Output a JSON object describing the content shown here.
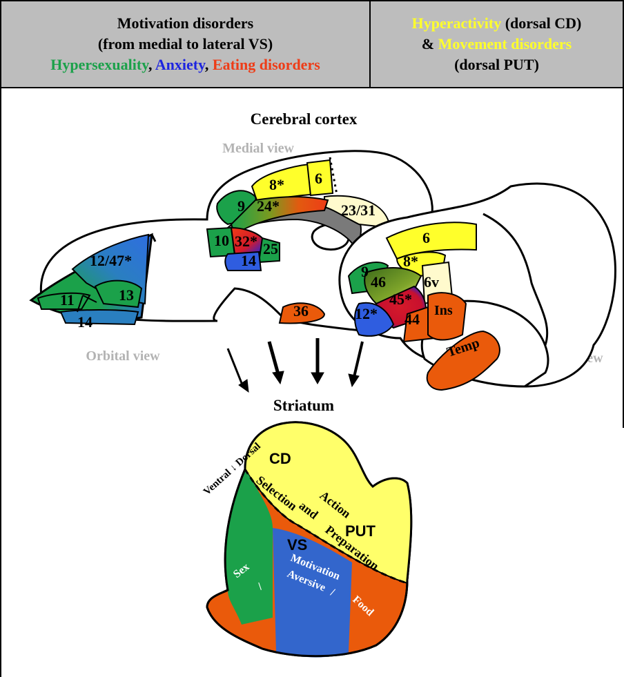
{
  "header_left": {
    "line1": "Motivation disorders",
    "line2": "(from medial to lateral VS)",
    "hypersexuality": "Hypersexuality",
    "sep1": ", ",
    "anxiety": "Anxiety",
    "sep2": ", ",
    "eating": "Eating disorders"
  },
  "header_right": {
    "hyperactivity": "Hyperactivity",
    "dorsal_cd": " (dorsal CD)",
    "amp": "& ",
    "movement": "Movement disorders",
    "dorsal_put": "(dorsal PUT)"
  },
  "cortex": {
    "title": "Cerebral cortex",
    "medial_view": "Medial view",
    "orbital_view": "Orbital view",
    "lateral_view": "Lateral view",
    "medial_areas": {
      "a8": "8*",
      "a6": "6",
      "a9": "9",
      "a24": "24*",
      "a2331": "23/31",
      "a10": "10",
      "a32": "32*",
      "a25": "25",
      "a14": "14",
      "a36": "36"
    },
    "orbital_areas": {
      "a1247": "12/47*",
      "a11": "11",
      "a13": "13",
      "a14": "14"
    },
    "lateral_areas": {
      "a6": "6",
      "a8": "8*",
      "a9": "9",
      "a46": "46",
      "a6v": "6v",
      "a45": "45*",
      "a12": "12*",
      "a44": "44",
      "ins": "Ins",
      "temp": "Temp"
    }
  },
  "striatum": {
    "title": "Striatum",
    "axis": "Ventral ↓ Dorsal",
    "cd": "CD",
    "put": "PUT",
    "vs": "VS",
    "selection": "Selection",
    "and": "and",
    "action": "Action",
    "preparation": "Preparation",
    "sex": "Sex",
    "slash1": "/",
    "motivation": "Motivation",
    "aversive": "Aversive",
    "slash2": "/",
    "food": "Food"
  },
  "colors": {
    "green": "#1ba14a",
    "blue": "#3366cc",
    "orange": "#ea5a0b",
    "yellow": "#ffff66",
    "cream": "#fffacd",
    "header_bg": "#bdbdbd"
  }
}
